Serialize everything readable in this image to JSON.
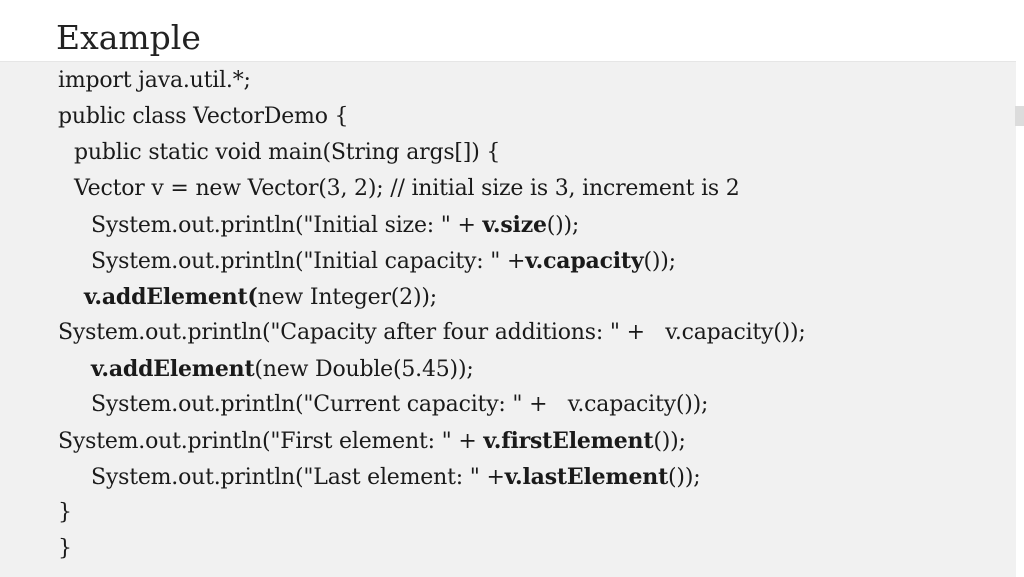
{
  "title": "Example",
  "code": {
    "line1": "import java.util.*;",
    "line2": "public class VectorDemo {",
    "line3": "public static void main(String args[]) {",
    "line4": "Vector v = new Vector(3, 2); // initial size is 3, increment is 2",
    "line5": {
      "a": "System.out.println(\"Initial size: \" + ",
      "b": "v.size",
      "c": "());"
    },
    "line6": {
      "a": "System.out.println(\"Initial capacity: \" +",
      "b": "v.capacity",
      "c": "());"
    },
    "line7": {
      "b": "v.addElement(",
      "c": "new Integer(2));"
    },
    "line8": "System.out.println(\"Capacity after four additions: \" +   v.capacity());",
    "line9": {
      "b": "v.addElement",
      "c": "(new Double(5.45));"
    },
    "line10": "System.out.println(\"Current capacity: \" +   v.capacity());",
    "line11": {
      "a": "System.out.println(\"First element: \" + ",
      "b": "v.firstElement",
      "c": "());"
    },
    "line12": {
      "a": "System.out.println(\"Last element: \" +",
      "b": "v.lastElement",
      "c": "());"
    },
    "line13": "}",
    "line14": "}"
  }
}
